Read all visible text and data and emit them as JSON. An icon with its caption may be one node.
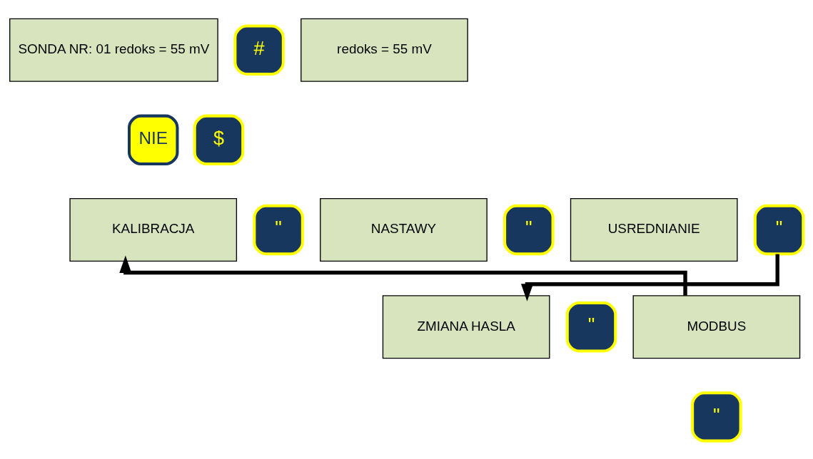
{
  "diagram": {
    "nodes": [
      {
        "text": [
          "SONDA NR: 01 redoks = 55 mV"
        ]
      },
      {
        "text": [
          "#"
        ]
      },
      {
        "text": [
          "$"
        ]
      },
      {
        "text": [
          "redoks = 55 mV"
        ]
      },
      {
        "text": [
          "NIE"
        ]
      },
      {
        "text": [
          "KALIBRACJA"
        ]
      },
      {
        "text": [
          "\""
        ]
      },
      {
        "text": [
          "NASTAWY"
        ]
      },
      {
        "text": [
          "\""
        ]
      },
      {
        "text": [
          "USREDNIANIE"
        ]
      },
      {
        "text": [
          "\""
        ]
      },
      {
        "text": [
          "ZMIANA HASLA"
        ]
      },
      {
        "text": [
          "\""
        ]
      },
      {
        "text": [
          "MODBUS"
        ]
      },
      {
        "text": [
          "\""
        ]
      }
    ],
    "edges": [
      {
        "from": 10,
        "to": 11,
        "arrow": "to"
      },
      {
        "from": 13,
        "to": 5,
        "arrow": "to"
      }
    ]
  }
}
